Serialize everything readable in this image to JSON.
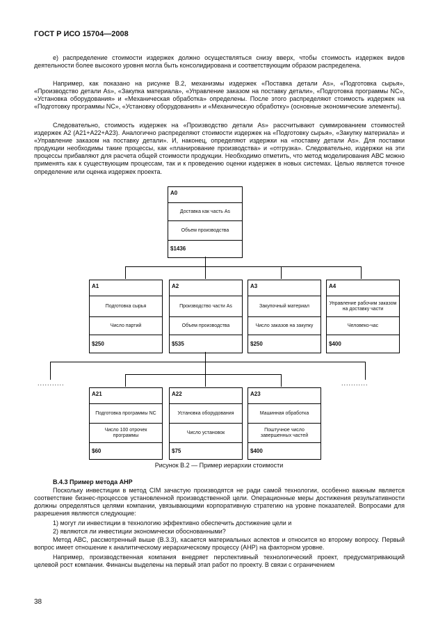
{
  "header": "ГОСТ Р ИСО 15704—2008",
  "paragraphs": [
    "е) распределение стоимости издержек должно осуществляться снизу вверх, чтобы стоимость издержек видов деятельности более высокого уровня могла быть консолидирована и соответствующим образом распределена.",
    "Например, как показано на рисунке В.2, механизмы издержек «Поставка детали As», «Подготовка сырья», «Производство детали As», «Закупка материала», «Управление заказом на поставку детали», «Подготовка программы NC», «Установка оборудования» и «Механическая обработка» определены. После этого распределяют стоимость издержек на «Подготовку программы NC», «Установку оборудования» и «Механическую обработку» (основные экономические элементы).",
    "Следовательно, стоимость издержек на «Производство детали As» рассчитывают суммированием стоимостей издержек А2 (А21+А22+А23). Аналогично распределяют стоимости издержек на «Подготовку сырья», «Закупку материала» и «Управление заказом на поставку детали». И, наконец, определяют издержки на «поставку детали As». Для поставки продукции необходимы такие процессы, как «планирование производства» и «отгрузка». Следовательно, издержки на эти процессы прибавляют для расчета общей стоимости продукции. Необходимо отметить, что метод моделирования АВС можно применять как к существующим процессам, так и к проведению оценки издержек в новых системах. Целью является точное определение или оценка издержек проекта."
  ],
  "diagram": {
    "root": {
      "id": "A0",
      "name": "Доставка как часть As",
      "driver": "Объем производства",
      "cost": "$1436"
    },
    "level1": [
      {
        "id": "A1",
        "name": "Подготовка сырья",
        "driver": "Число партий",
        "cost": "$250"
      },
      {
        "id": "A2",
        "name": "Производство части As",
        "driver": "Объем производства",
        "cost": "$535"
      },
      {
        "id": "A3",
        "name": "Закупочный материал",
        "driver": "Число заказов на закупку",
        "cost": "$250"
      },
      {
        "id": "A4",
        "name": "Управление рабочим заказом на доставку части",
        "driver": "Человеко-час",
        "cost": "$400"
      }
    ],
    "level2": [
      {
        "id": "A21",
        "name": "Подготовка программы NC",
        "driver": "Число 100 отрочек программы",
        "cost": "$60"
      },
      {
        "id": "A22",
        "name": "Установка оборудования",
        "driver": "Число установок",
        "cost": "$75"
      },
      {
        "id": "A23",
        "name": "Машинная обработка",
        "driver": "Поштучное число завершенных частей",
        "cost": "$400"
      }
    ],
    "dots": "..........."
  },
  "caption": "Рисунок В.2 — Пример иерархии стоимости",
  "section_title": "В.4.3 Пример метода АНР",
  "paragraphs2": [
    "Поскольку инвестиции в метод CIM зачастую производятся не ради самой технологии, особенно важным является соответствие бизнес-процессов установленной производственной цели. Операционные меры достижения результативности должны определяться целями компании, увязывающими корпоративную стратегию на уровне показателей. Вопросами для разрешения являются следующие:",
    "1) могут ли инвестиции в технологию эффективно обеспечить достижение цели и",
    "2) являются ли инвестиции экономически обоснованными?",
    "Метод АВС, рассмотренный выше (В.3.3), касается материальных аспектов и относится ко второму вопросу. Первый вопрос имеет отношение к аналитическому иерархическому процессу (АНР) на факторном уровне.",
    "Например, производственная компания внедряет перспективный технологический проект, предусматривающий целевой рост компании. Финансы выделены на первый этап работ по проекту. В связи с ограничением"
  ],
  "page_number": "38"
}
